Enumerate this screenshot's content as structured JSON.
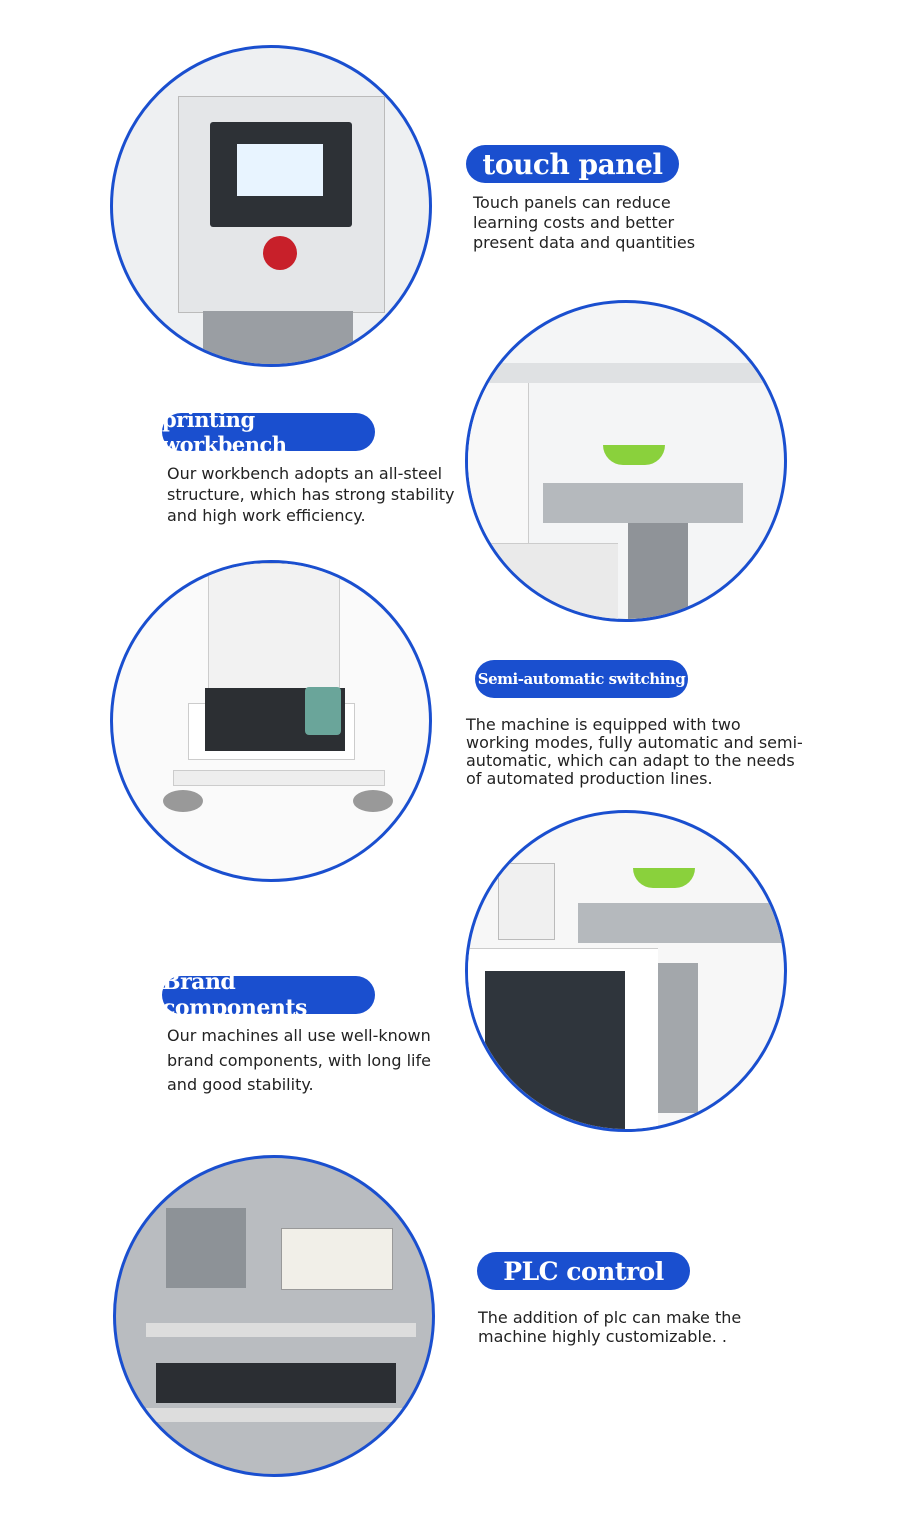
{
  "colors": {
    "accent": "#1a4fcf",
    "text": "#222222"
  },
  "features": [
    {
      "title": "touch panel",
      "description": "Touch panels can reduce learning costs and better present data and quantities"
    },
    {
      "title": "printing workbench",
      "description": "Our workbench adopts an all-steel structure, which has strong stability and high work efficiency."
    },
    {
      "title": "Semi-automatic switching",
      "description": "The machine is equipped with two working modes, fully automatic and semi-automatic, which can adapt to the needs of automated production lines."
    },
    {
      "title": "Brand components",
      "description": "Our machines all use well-known brand components, with long life and good stability."
    },
    {
      "title": "PLC control",
      "description": "The addition of plc can make the machine highly customizable. ."
    }
  ]
}
